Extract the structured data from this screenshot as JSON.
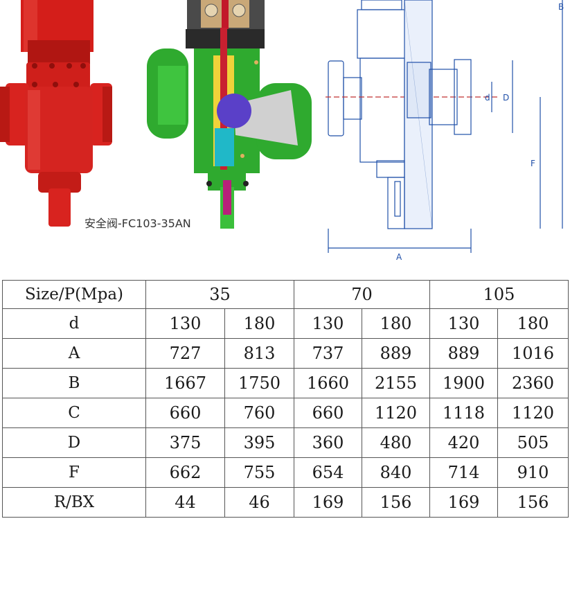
{
  "caption": "安全阀-FC103-35AN",
  "drawing_labels": {
    "A": "A",
    "B": "B",
    "d": "d",
    "D": "D",
    "F": "F"
  },
  "table": {
    "header_label": "Size/P(Mpa)",
    "pressures": [
      "35",
      "70",
      "105"
    ],
    "rows": [
      {
        "label": "d",
        "values": [
          "130",
          "180",
          "130",
          "180",
          "130",
          "180"
        ]
      },
      {
        "label": "A",
        "values": [
          "727",
          "813",
          "737",
          "889",
          "889",
          "1016"
        ]
      },
      {
        "label": "B",
        "values": [
          "1667",
          "1750",
          "1660",
          "2155",
          "1900",
          "2360"
        ]
      },
      {
        "label": "C",
        "values": [
          "660",
          "760",
          "660",
          "1120",
          "1118",
          "1120"
        ]
      },
      {
        "label": "D",
        "values": [
          "375",
          "395",
          "360",
          "480",
          "420",
          "505"
        ]
      },
      {
        "label": "F",
        "values": [
          "662",
          "755",
          "654",
          "840",
          "714",
          "910"
        ]
      },
      {
        "label": "R/BX",
        "values": [
          "44",
          "46",
          "169",
          "156",
          "169",
          "156"
        ]
      }
    ]
  },
  "colors": {
    "valve_red": "#d8201c",
    "cutaway_green": "#2aa82a",
    "drawing_blue": "#1f4fa8",
    "border": "#555555"
  }
}
